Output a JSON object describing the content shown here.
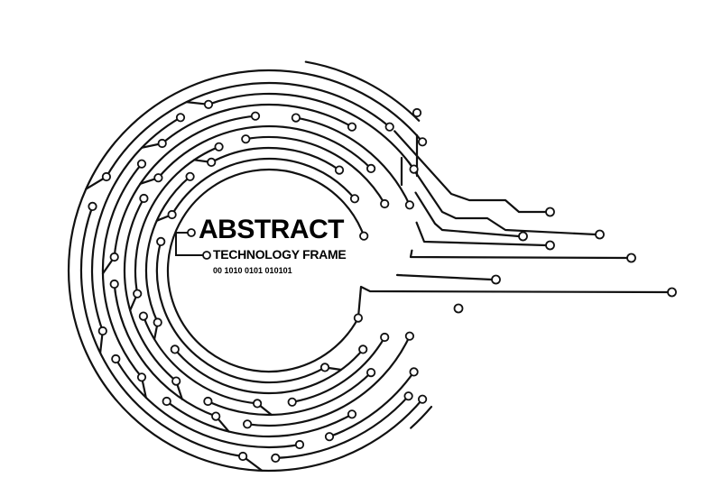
{
  "colors": {
    "ink": "#111111",
    "background": "#ffffff"
  },
  "frame": {
    "title": "ABSTRACT",
    "subtitle": "TECHNOLOGY FRAME",
    "binary": "00 1010 0101 010101"
  },
  "graphic": {
    "motif": "circuit-board-rings",
    "ring_count": 9,
    "trace_count": 7
  }
}
